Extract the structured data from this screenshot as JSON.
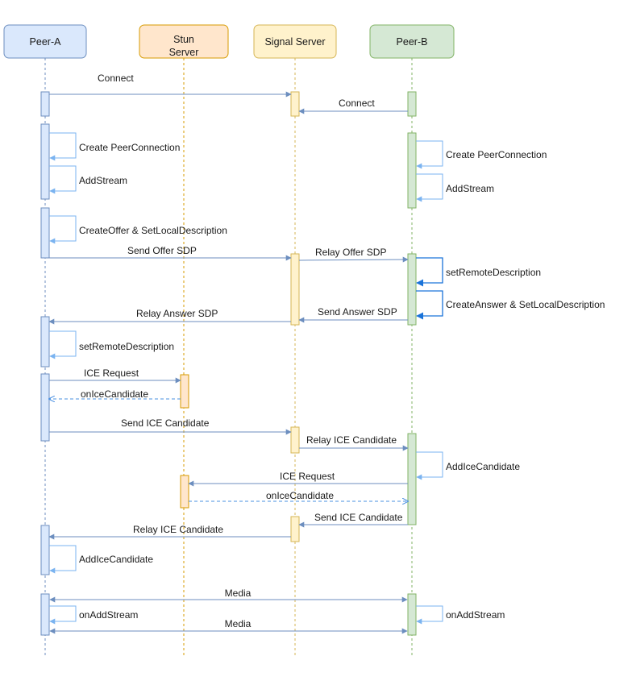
{
  "participants": [
    {
      "id": "peer-a",
      "label_lines": [
        "Peer-A"
      ],
      "fill": "#dae8fc",
      "stroke": "#6c8ebf"
    },
    {
      "id": "stun",
      "label_lines": [
        "Stun",
        "Server"
      ],
      "fill": "#ffe6cc",
      "stroke": "#d79b00"
    },
    {
      "id": "signal",
      "label_lines": [
        "Signal Server"
      ],
      "fill": "#fff2cc",
      "stroke": "#d6b656"
    },
    {
      "id": "peer-b",
      "label_lines": [
        "Peer-B"
      ],
      "fill": "#d5e8d4",
      "stroke": "#82b366"
    }
  ],
  "messages": [
    {
      "id": "m1",
      "label": "Connect",
      "from": "peer-a",
      "to": "signal",
      "kind": "sync"
    },
    {
      "id": "m2",
      "label": "Connect",
      "from": "peer-b",
      "to": "signal",
      "kind": "sync"
    },
    {
      "id": "m3",
      "label": "Create PeerConnection",
      "from": "peer-a",
      "to": "peer-a",
      "kind": "self"
    },
    {
      "id": "m4",
      "label": "AddStream",
      "from": "peer-a",
      "to": "peer-a",
      "kind": "self"
    },
    {
      "id": "m5",
      "label": "Create PeerConnection",
      "from": "peer-b",
      "to": "peer-b",
      "kind": "self"
    },
    {
      "id": "m6",
      "label": "AddStream",
      "from": "peer-b",
      "to": "peer-b",
      "kind": "self"
    },
    {
      "id": "m7",
      "label": "CreateOffer &  SetLocalDescription",
      "from": "peer-a",
      "to": "peer-a",
      "kind": "self"
    },
    {
      "id": "m8",
      "label": "Send Offer SDP",
      "from": "peer-a",
      "to": "signal",
      "kind": "sync"
    },
    {
      "id": "m9",
      "label": "Relay Offer SDP",
      "from": "signal",
      "to": "peer-b",
      "kind": "sync"
    },
    {
      "id": "m10",
      "label": "setRemoteDescription",
      "from": "peer-b",
      "to": "peer-b",
      "kind": "self"
    },
    {
      "id": "m11",
      "label": "CreateAnswer &  SetLocalDescription",
      "from": "peer-b",
      "to": "peer-b",
      "kind": "self"
    },
    {
      "id": "m12",
      "label": "Send Answer SDP",
      "from": "peer-b",
      "to": "signal",
      "kind": "sync"
    },
    {
      "id": "m13",
      "label": "Relay Answer SDP",
      "from": "signal",
      "to": "peer-a",
      "kind": "sync"
    },
    {
      "id": "m14",
      "label": "setRemoteDescription",
      "from": "peer-a",
      "to": "peer-a",
      "kind": "self"
    },
    {
      "id": "m15",
      "label": "ICE Request",
      "from": "peer-a",
      "to": "stun",
      "kind": "sync"
    },
    {
      "id": "m16",
      "label": "onIceCandidate",
      "from": "stun",
      "to": "peer-a",
      "kind": "return"
    },
    {
      "id": "m17",
      "label": "Send ICE Candidate",
      "from": "peer-a",
      "to": "signal",
      "kind": "sync"
    },
    {
      "id": "m18",
      "label": "Relay ICE Candidate",
      "from": "signal",
      "to": "peer-b",
      "kind": "sync"
    },
    {
      "id": "m19",
      "label": "AddIceCandidate",
      "from": "peer-b",
      "to": "peer-b",
      "kind": "self"
    },
    {
      "id": "m20",
      "label": "ICE Request",
      "from": "peer-b",
      "to": "stun",
      "kind": "sync"
    },
    {
      "id": "m21",
      "label": "onIceCandidate",
      "from": "stun",
      "to": "peer-b",
      "kind": "return"
    },
    {
      "id": "m22",
      "label": "Send ICE Candidate",
      "from": "peer-b",
      "to": "signal",
      "kind": "sync"
    },
    {
      "id": "m23",
      "label": "Relay ICE Candidate",
      "from": "signal",
      "to": "peer-a",
      "kind": "sync"
    },
    {
      "id": "m24",
      "label": "AddIceCandidate",
      "from": "peer-a",
      "to": "peer-a",
      "kind": "self"
    },
    {
      "id": "m25",
      "label": "Media",
      "from": "peer-a",
      "to": "peer-b",
      "kind": "both"
    },
    {
      "id": "m26",
      "label": "onAddStream",
      "from": "peer-a",
      "to": "peer-a",
      "kind": "self"
    },
    {
      "id": "m27",
      "label": "onAddStream",
      "from": "peer-b",
      "to": "peer-b",
      "kind": "self"
    },
    {
      "id": "m28",
      "label": "Media",
      "from": "peer-a",
      "to": "peer-b",
      "kind": "both"
    }
  ],
  "colors": {
    "line": "#6c8ebf",
    "self_arrow": "#7ab3f0",
    "self_arrow_strong": "#1a73d9",
    "return_arrow": "#4a90e2",
    "text": "#1a1a1a"
  }
}
